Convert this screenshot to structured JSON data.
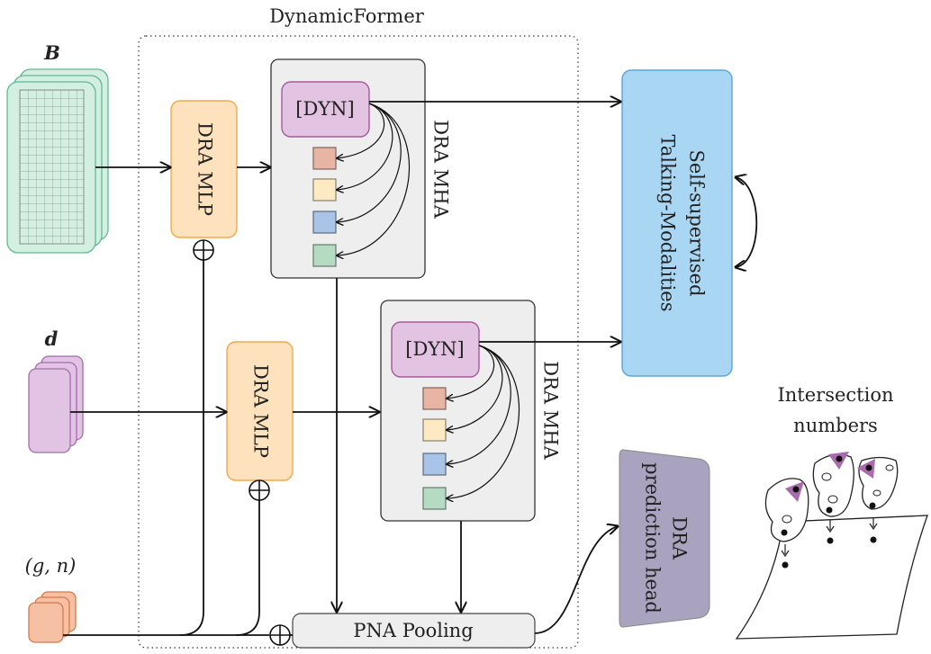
{
  "title": "DynamicFormer",
  "inputs": {
    "b_label": "B",
    "d_label": "d",
    "gn_label": "(g, n)"
  },
  "mlp": {
    "top_label": "DRA MLP",
    "bottom_label": "DRA MLP"
  },
  "mha": {
    "top_token": "[DYN]",
    "top_label": "DRA MHA",
    "bottom_token": "[DYN]",
    "bottom_label": "DRA MHA"
  },
  "token_colors": [
    "#e8b4a4",
    "#fde9c2",
    "#a9c4e6",
    "#b5dcc3"
  ],
  "pooling_label": "PNA Pooling",
  "ssl": {
    "line1": "Self-supervised",
    "line2": "Talking-Modalities"
  },
  "head": {
    "line1": "DRA",
    "line2": "prediction head"
  },
  "intersection": {
    "line1": "Intersection",
    "line2": "numbers"
  },
  "colors": {
    "matrix": "#d2efe2",
    "matrix_stroke": "#64b892",
    "d_fill": "#e1c4e4",
    "d_stroke": "#a56aad",
    "gn_fill": "#f6c0a4",
    "gn_stroke": "#d47a48",
    "mlp_fill": "#fde2bd",
    "mlp_stroke": "#f2a84f",
    "mha_fill": "#eeeeee",
    "dyn_fill": "#e3c3e2",
    "dyn_stroke": "#a9589d",
    "ssl_fill": "#a9d6f3",
    "ssl_stroke": "#5aa5d8",
    "head_fill": "#a9a3bf"
  }
}
